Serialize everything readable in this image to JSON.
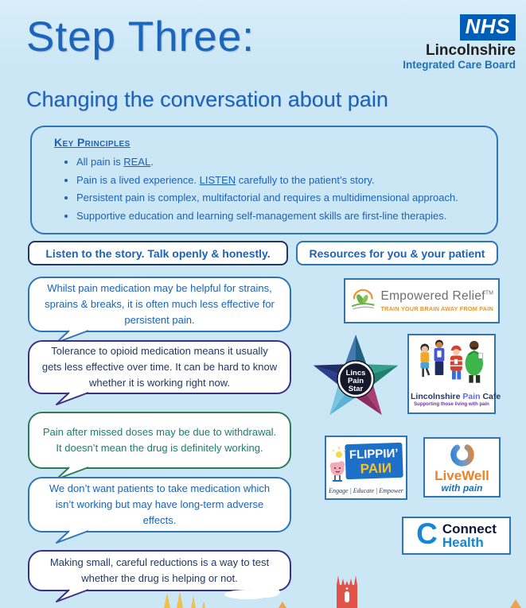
{
  "page": {
    "title": "Step Three:",
    "subtitle": "Changing the conversation about pain"
  },
  "nhs": {
    "logo": "NHS",
    "region": "Lincolnshire",
    "board": "Integrated Care Board"
  },
  "key_principles": {
    "heading": "Key Principles",
    "bullets": [
      {
        "pre": "All pain is ",
        "link": "REAL",
        "post": "."
      },
      {
        "pre": "Pain is a lived experience. ",
        "link": "LISTEN",
        "post": " carefully to the patient’s story."
      },
      {
        "pre": "Persistent pain is complex, multifactorial and requires a multidimensional approach.",
        "link": "",
        "post": ""
      },
      {
        "pre": "Supportive education and learning self-management skills are first-line therapies.",
        "link": "",
        "post": ""
      }
    ]
  },
  "headers": {
    "left": "Listen to the story. Talk openly & honestly.",
    "right": "Resources for you & your patient"
  },
  "bubbles": [
    {
      "text": "Whilst pain medication may be helpful for strains, sprains & breaks, it is often much less effective for persistent pain.",
      "border_color": "#2e75b6",
      "text_color": "#1b63b8"
    },
    {
      "text": "Tolerance to opioid medication means it usually gets less effective over time. It can be hard to know whether it is working right now.",
      "border_color": "#3a3185",
      "text_color": "#1f3864"
    },
    {
      "text": "Pain after missed doses may be due to withdrawal. It doesn’t mean the drug is definitely working.",
      "border_color": "#2e7d52",
      "text_color": "#17806f"
    },
    {
      "text": "We don’t want patients to take medication which isn’t working but may have long-term adverse effects.",
      "border_color": "#2e75b6",
      "text_color": "#1b63b8"
    },
    {
      "text": "Making small, careful reductions is a way to test whether the drug is helping or not.",
      "border_color": "#3a3185",
      "text_color": "#1f3864"
    }
  ],
  "resources": {
    "empowered_relief": {
      "name": "Empowered Relief",
      "tm": "TM",
      "tagline": "TRAIN YOUR BRAIN AWAY FROM PAIN"
    },
    "pain_star": {
      "lines": [
        "Lincs",
        "Pain",
        "Star"
      ]
    },
    "pain_cafe": {
      "word1": "Lincolnshire",
      "word2": "Pain",
      "word3": "Cafe",
      "tagline": "Supporting those living with pain"
    },
    "flippin_pain": {
      "line1": "FLIPPIИ’",
      "line2": "PAIИ",
      "tagline": "Engage | Educate | Empower"
    },
    "livewell": {
      "name": "LiveWell",
      "sub": "with pain"
    },
    "connect_health": {
      "word1": "Connect",
      "word2": "Health"
    }
  },
  "colors": {
    "background": "#cfe8f6",
    "accent_blue": "#1b63b8",
    "nhs_blue": "#005eb8",
    "header_left_border": "#1f3864",
    "header_right_border": "#2e75b6",
    "empowered_orange": "#e8962e"
  }
}
